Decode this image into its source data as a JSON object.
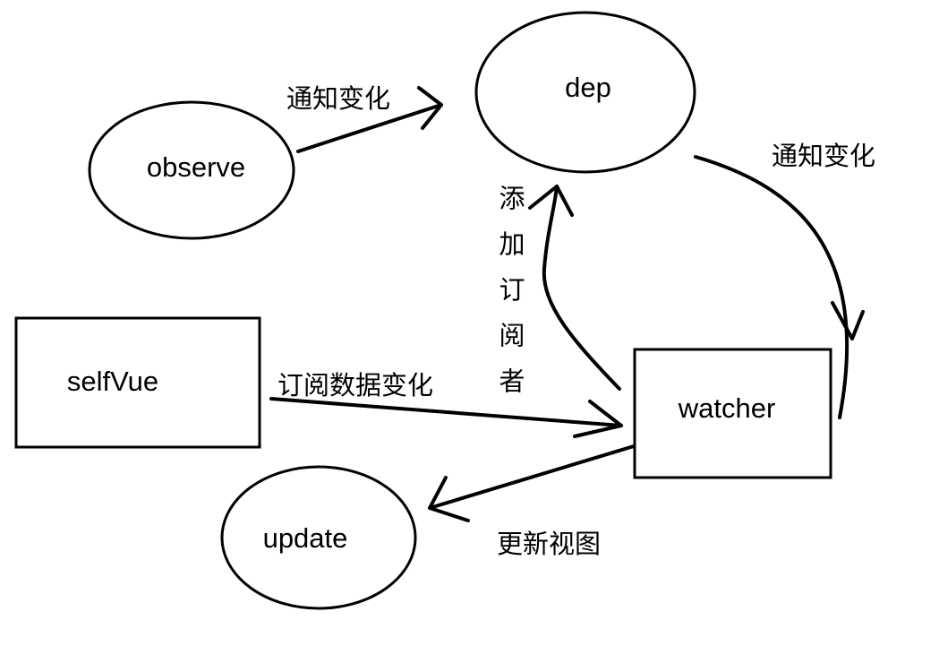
{
  "diagram": {
    "nodes": {
      "observe": {
        "label": "observe",
        "shape": "ellipse"
      },
      "dep": {
        "label": "dep",
        "shape": "ellipse"
      },
      "selfvue": {
        "label": "selfVue",
        "shape": "rectangle"
      },
      "watcher": {
        "label": "watcher",
        "shape": "rectangle"
      },
      "update": {
        "label": "update",
        "shape": "ellipse"
      }
    },
    "edges": {
      "observe_to_dep": {
        "from": "observe",
        "to": "dep",
        "label": "通知变化"
      },
      "dep_to_watcher": {
        "from": "dep",
        "to": "watcher",
        "label": "通知变化"
      },
      "watcher_to_dep": {
        "from": "watcher",
        "to": "dep",
        "label": "添加订阅者"
      },
      "selfvue_to_watcher": {
        "from": "selfVue",
        "to": "watcher",
        "label": "订阅数据变化"
      },
      "watcher_to_update": {
        "from": "watcher",
        "to": "update",
        "label": "更新视图"
      }
    },
    "colors": {
      "stroke": "#000000",
      "background": "#ffffff"
    }
  }
}
